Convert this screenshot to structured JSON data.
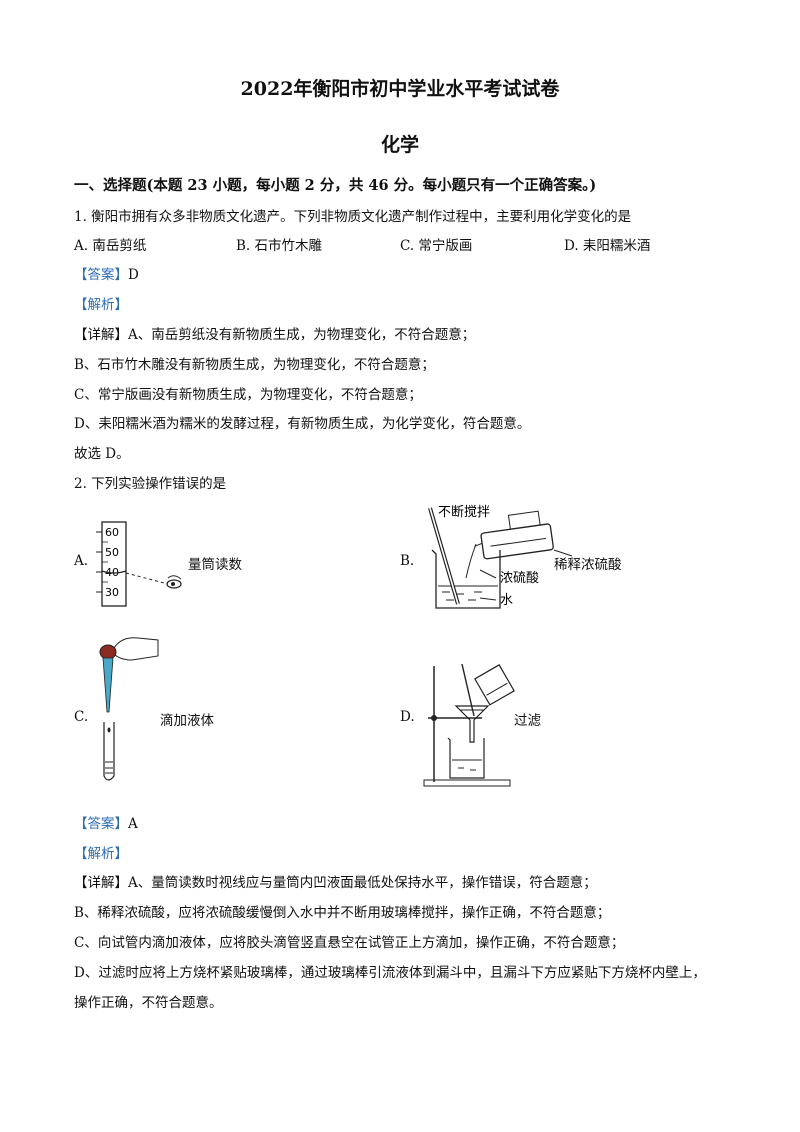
{
  "header": {
    "title": "2022年衡阳市初中学业水平考试试卷",
    "subject": "化学"
  },
  "section1": {
    "heading": "一、选择题(本题 23 小题，每小题 2 分，共 46 分。每小题只有一个正确答案。)"
  },
  "q1": {
    "stem": "1. 衡阳市拥有众多非物质文化遗产。下列非物质文化遗产制作过程中，主要利用化学变化的是",
    "options": [
      "A. 南岳剪纸",
      "B. 石市竹木雕",
      "C. 常宁版画",
      "D. 耒阳糯米酒"
    ],
    "answer_tag": "【答案】",
    "answer": "D",
    "analysis_tag": "【解析】",
    "detail": [
      "【详解】A、南岳剪纸没有新物质生成，为物理变化，不符合题意；",
      "B、石市竹木雕没有新物质生成，为物理变化，不符合题意；",
      "C、常宁版画没有新物质生成，为物理变化，不符合题意；",
      "D、耒阳糯米酒为糯米的发酵过程，有新物质生成，为化学变化，符合题意。",
      "故选 D。"
    ]
  },
  "q2": {
    "stem": "2. 下列实验操作错误的是",
    "options": [
      {
        "letter": "A.",
        "label": "量筒读数"
      },
      {
        "letter": "B.",
        "label": "稀释浓硫酸"
      },
      {
        "letter": "C.",
        "label": "滴加液体"
      },
      {
        "letter": "D.",
        "label": "过滤"
      }
    ],
    "figure_text": {
      "cylinder_ticks": [
        "60",
        "50",
        "40",
        "30"
      ],
      "stir": "不断搅拌",
      "acid": "浓硫酸",
      "water": "水"
    },
    "answer_tag": "【答案】",
    "answer": "A",
    "analysis_tag": "【解析】",
    "detail": [
      "【详解】A、量筒读数时视线应与量筒内凹液面最低处保持水平，操作错误，符合题意；",
      "B、稀释浓硫酸，应将浓硫酸缓慢倒入水中并不断用玻璃棒搅拌，操作正确，不符合题意；",
      "C、向试管内滴加液体，应将胶头滴管竖直悬空在试管正上方滴加，操作正确，不符合题意；",
      "D、过滤时应将上方烧杯紧贴玻璃棒，通过玻璃棒引流液体到漏斗中，且漏斗下方应紧贴下方烧杯内壁上，",
      "操作正确，不符合题意。"
    ]
  }
}
